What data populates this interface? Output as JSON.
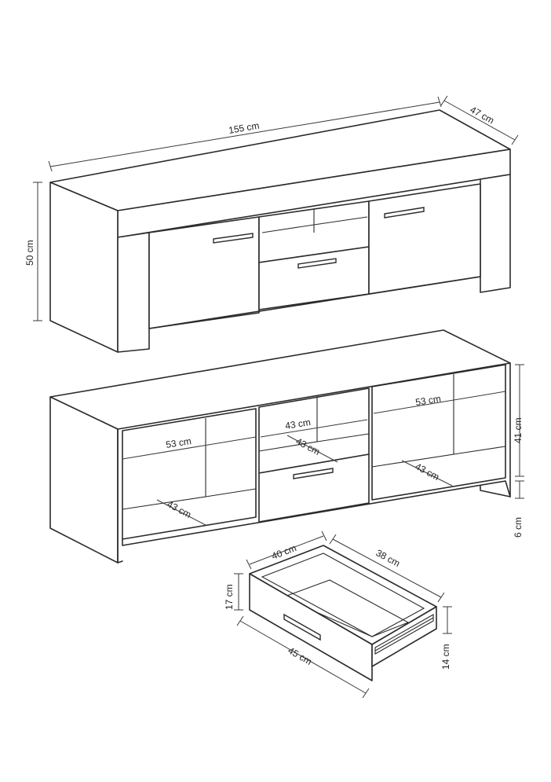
{
  "diagram": {
    "top_view": {
      "width_label": "155 cm",
      "depth_label": "47 cm",
      "height_label": "50 cm"
    },
    "open_view": {
      "left_width_label": "53 cm",
      "left_depth_label": "43 cm",
      "middle_width_label": "43 cm",
      "middle_depth_label": "43 cm",
      "right_width_label": "53 cm",
      "right_depth_label": "43 cm",
      "inner_height_label": "41 cm",
      "leg_height_label": "6 cm"
    },
    "drawer_view": {
      "depth_label": "40 cm",
      "side_length_label": "38 cm",
      "height_label": "17 cm",
      "front_width_label": "45 cm",
      "inner_height_label": "14 cm"
    }
  },
  "colors": {
    "line": "#2b2b2b",
    "background": "#ffffff"
  }
}
